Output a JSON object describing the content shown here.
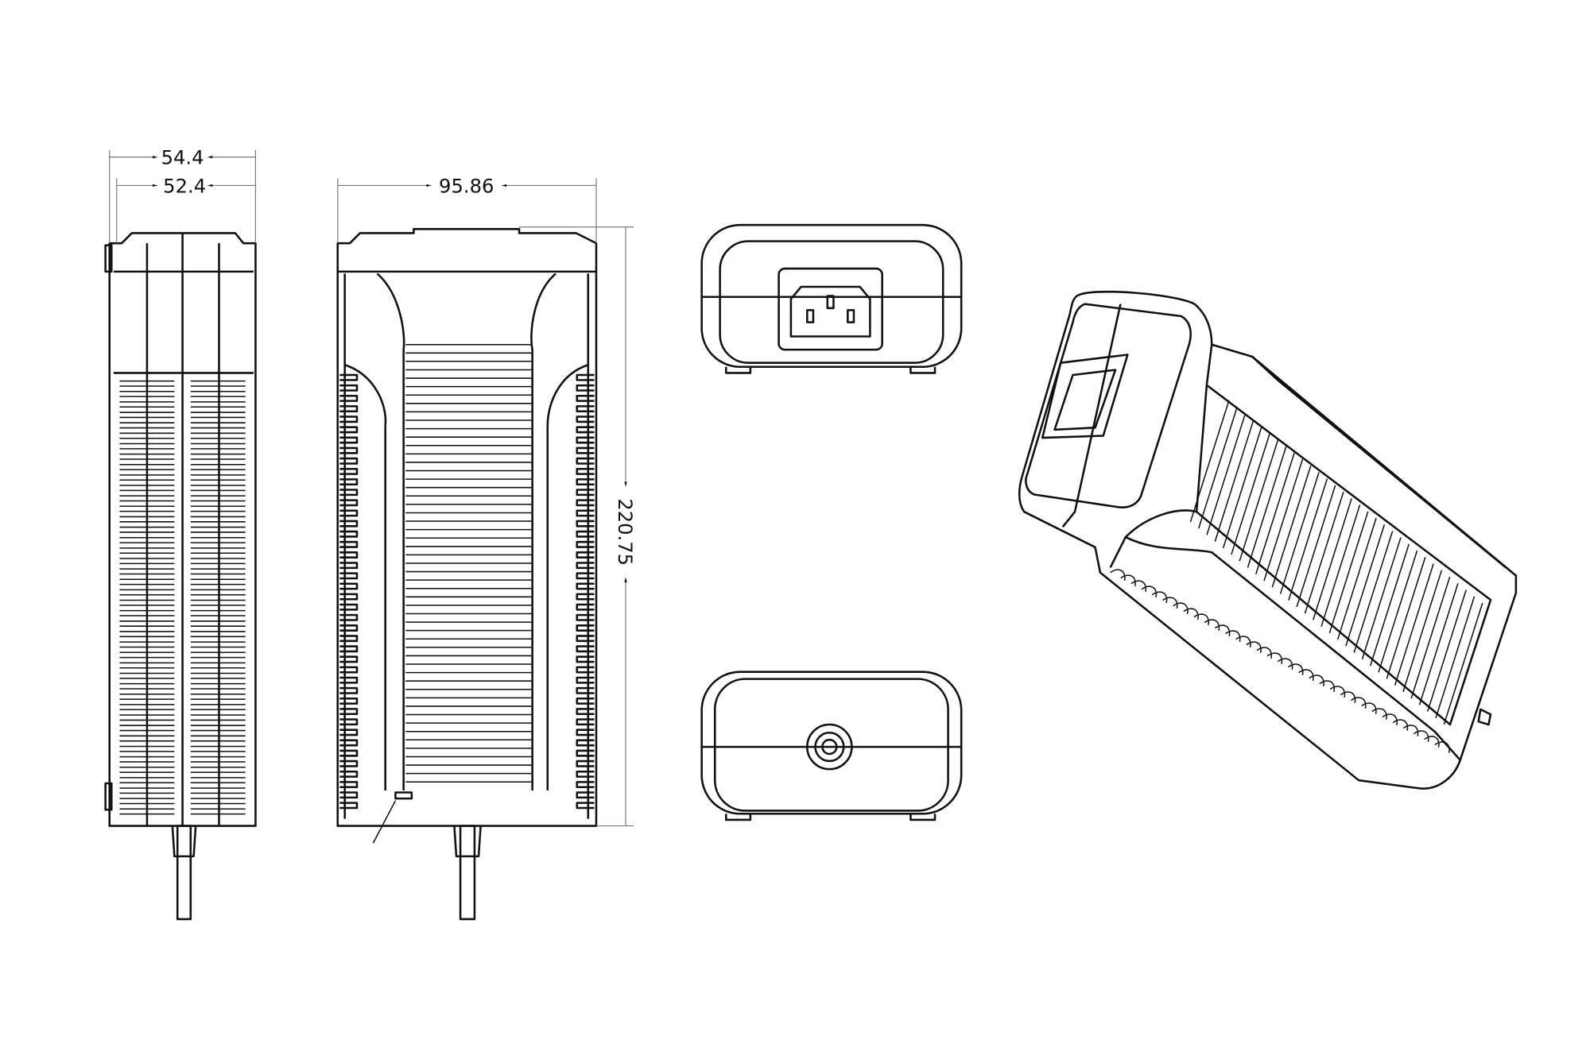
{
  "drawing": {
    "title": "Power adapter outline drawing",
    "dimensions": {
      "overall_width": "54.4",
      "body_width": "52.4",
      "length": "95.86",
      "height": "220.75"
    }
  }
}
